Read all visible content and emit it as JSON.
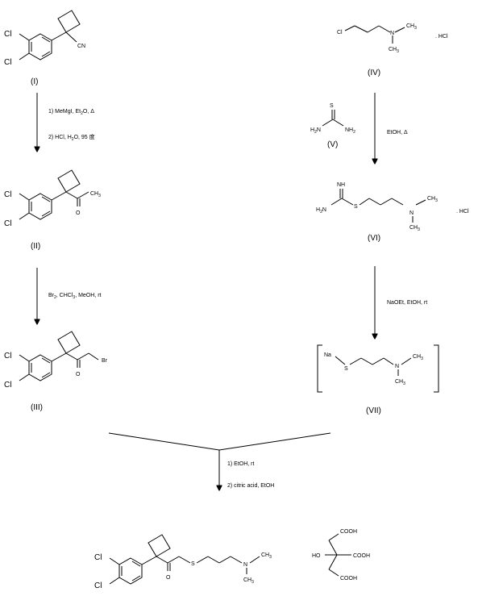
{
  "compounds": {
    "I": {
      "label": "(I)",
      "cl1": "Cl",
      "cl2": "Cl",
      "cn": "CN"
    },
    "II": {
      "label": "(II)",
      "cl1": "Cl",
      "cl2": "Cl",
      "o": "O",
      "ch3": "CH",
      "ch3_sub": "3"
    },
    "III": {
      "label": "(III)",
      "cl1": "Cl",
      "cl2": "Cl",
      "o": "O",
      "br": "Br"
    },
    "IV": {
      "label": "(IV)",
      "cl": "Cl",
      "n": "N",
      "ch3a": "CH",
      "ch3a_sub": "3",
      "ch3b": "CH",
      "ch3b_sub": "3",
      "hcl": ". HCl"
    },
    "V": {
      "label": "(V)",
      "s": "S",
      "h2n": "H",
      "h2n_sub": "2",
      "h2n_n": "N",
      "nh2": "NH",
      "nh2_sub": "2"
    },
    "VI": {
      "label": "(VI)",
      "nh": "NH",
      "h2n": "H",
      "h2n_sub": "2",
      "h2n_n": "N",
      "s": "S",
      "n": "N",
      "ch3a": "CH",
      "ch3a_sub": "3",
      "ch3b": "CH",
      "ch3b_sub": "3",
      "hcl": ". HCl"
    },
    "VII": {
      "label": "(VII)",
      "na": "Na",
      "s": "S",
      "n": "N",
      "ch3a": "CH",
      "ch3a_sub": "3",
      "ch3b": "CH",
      "ch3b_sub": "3"
    },
    "product": {
      "cl1": "Cl",
      "cl2": "Cl",
      "o": "O",
      "s": "S",
      "n": "N",
      "ch3a": "CH",
      "ch3a_sub": "3",
      "ch3b": "CH",
      "ch3b_sub": "3"
    },
    "citric": {
      "cooh1": "COOH",
      "cooh2": "COOH",
      "cooh3": "COOH",
      "ho": "HO"
    }
  },
  "reagents": {
    "step1_line1_a": "1)  MeMgI, Et",
    "step1_line1_sub": "2",
    "step1_line1_b": "O, Δ",
    "step1_line2_a": "2) HCl, H",
    "step1_line2_sub": "2",
    "step1_line2_b": "O, 95 度",
    "step2_a": "Br",
    "step2_sub1": "2",
    "step2_b": ", CHCl",
    "step2_sub2": "3",
    "step2_c": ", MeOH, rt",
    "step3": "EtOH, Δ",
    "step4": "NaOEt, EtOH, rt",
    "final_line1": "1) EtOH, rt",
    "final_line2": "2) citric acid, EtOH"
  }
}
